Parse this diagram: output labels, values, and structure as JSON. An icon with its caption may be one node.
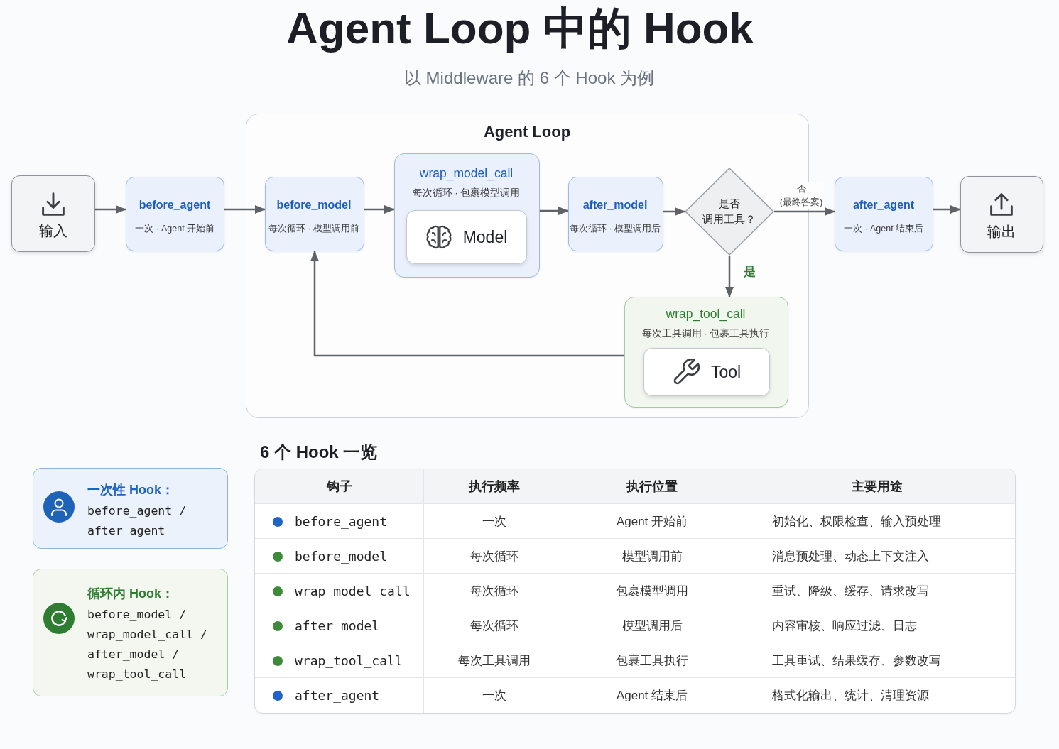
{
  "diagram": {
    "title": "Agent Loop 中的 Hook",
    "nodes": [
      {
        "text": [
          "输入"
        ]
      },
      {
        "text": [
          "before_agent",
          "一次 · Agent 开始前"
        ]
      },
      {
        "text": [
          "Agent Loop"
        ]
      },
      {
        "text": [
          "before_model",
          "每次循环 · 模型调用前"
        ],
        "in": 2
      },
      {
        "text": [
          "wrap_model_call",
          "每次循环 · 包裹模型调用"
        ],
        "in": 2
      },
      {
        "text": [
          "Model"
        ],
        "in": 4
      },
      {
        "text": [
          "after_model",
          "每次循环 · 模型调用后"
        ],
        "in": 2
      },
      {
        "text": [
          "是否调用工具？"
        ],
        "in": 2
      },
      {
        "text": [
          "wrap_tool_call",
          "每次工具调用 · 包裹工具执行"
        ],
        "in": 2
      },
      {
        "text": [
          "Tool"
        ],
        "in": 8
      },
      {
        "text": [
          "after_agent",
          "一次 · Agent 结束后"
        ]
      },
      {
        "text": [
          "输出"
        ]
      },
      {
        "text": [
          "一次性 Hook：",
          "before_agent / after_agent"
        ]
      },
      {
        "text": [
          "循环内 Hook：",
          "before_model / wrap_model_call / after_model / wrap_tool_call"
        ]
      }
    ],
    "edges": [
      {
        "from": 0,
        "to": 1,
        "arrow": "to"
      },
      {
        "from": 1,
        "to": 3,
        "arrow": "to"
      },
      {
        "from": 3,
        "to": 4,
        "arrow": "to"
      },
      {
        "from": 4,
        "to": 6,
        "arrow": "to"
      },
      {
        "from": 6,
        "to": 7,
        "arrow": "to"
      },
      {
        "from": 7,
        "to": 10,
        "arrow": "to",
        "label": "否 (最终答案)"
      },
      {
        "from": 7,
        "to": 8,
        "arrow": "to",
        "label": "是"
      },
      {
        "from": 8,
        "to": 3,
        "arrow": "to"
      },
      {
        "from": 10,
        "to": 11,
        "arrow": "to"
      }
    ],
    "labels": [
      "以 Middleware 的 6 个 Hook 为例",
      "6 个 Hook 一览",
      "钩子",
      "执行频率",
      "执行位置",
      "主要用途",
      "before_agent",
      "一次",
      "Agent 开始前",
      "初始化、权限检查、输入预处理",
      "before_model",
      "每次循环",
      "模型调用前",
      "消息预处理、动态上下文注入",
      "wrap_model_call",
      "每次循环",
      "包裹模型调用",
      "重试、降级、缓存、请求改写",
      "after_model",
      "每次循环",
      "模型调用后",
      "内容审核、响应过滤、日志",
      "wrap_tool_call",
      "每次工具调用",
      "包裹工具执行",
      "工具重试、结果缓存、参数改写",
      "after_agent",
      "一次",
      "Agent 结束后",
      "格式化输出、统计、清理资源"
    ]
  }
}
